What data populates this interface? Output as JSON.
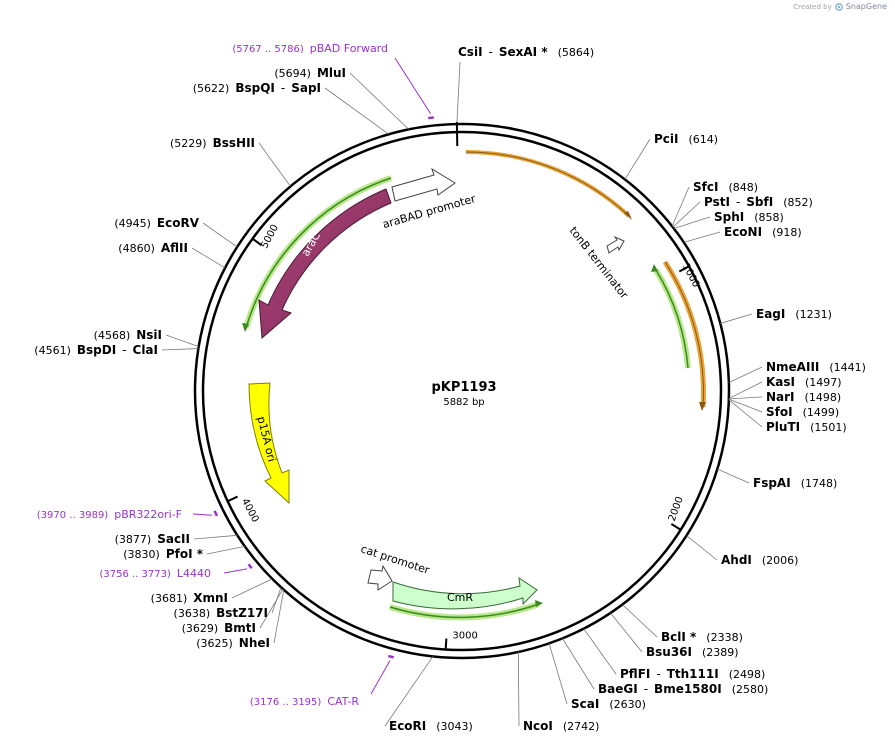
{
  "brand": {
    "created_by": "Created by",
    "product": "SnapGene"
  },
  "plasmid": {
    "name": "pKP1193",
    "size_label": "5882 bp",
    "total_bp": 5882
  },
  "ticks": [
    {
      "pos": 1000,
      "label": "1000"
    },
    {
      "pos": 2000,
      "label": "2000"
    },
    {
      "pos": 3000,
      "label": "3000"
    },
    {
      "pos": 4000,
      "label": "4000"
    },
    {
      "pos": 5000,
      "label": "5000"
    }
  ],
  "sites": [
    {
      "id": "csii",
      "pos": 5864,
      "name": "CsiI",
      "name2": "SexAI *",
      "num": "(5864)",
      "side": "right"
    },
    {
      "id": "pcii",
      "pos": 614,
      "name": "PciI",
      "num": "(614)",
      "side": "right"
    },
    {
      "id": "sfci",
      "pos": 848,
      "name": "SfcI",
      "num": "(848)",
      "side": "right"
    },
    {
      "id": "psti",
      "pos": 852,
      "name": "PstI",
      "name2": "SbfI",
      "num": "(852)",
      "side": "right"
    },
    {
      "id": "sphi",
      "pos": 858,
      "name": "SphI",
      "num": "(858)",
      "side": "right"
    },
    {
      "id": "econi",
      "pos": 918,
      "name": "EcoNI",
      "num": "(918)",
      "side": "right"
    },
    {
      "id": "eagi",
      "pos": 1231,
      "name": "EagI",
      "num": "(1231)",
      "side": "right"
    },
    {
      "id": "nmeaiii",
      "pos": 1441,
      "name": "NmeAIII",
      "num": "(1441)",
      "side": "right"
    },
    {
      "id": "kasi",
      "pos": 1497,
      "name": "KasI",
      "num": "(1497)",
      "side": "right"
    },
    {
      "id": "nari",
      "pos": 1498,
      "name": "NarI",
      "num": "(1498)",
      "side": "right"
    },
    {
      "id": "sfoi",
      "pos": 1499,
      "name": "SfoI",
      "num": "(1499)",
      "side": "right"
    },
    {
      "id": "pluti",
      "pos": 1501,
      "name": "PluTI",
      "num": "(1501)",
      "side": "right"
    },
    {
      "id": "fspai",
      "pos": 1748,
      "name": "FspAI",
      "num": "(1748)",
      "side": "right"
    },
    {
      "id": "ahdi",
      "pos": 2006,
      "name": "AhdI",
      "num": "(2006)",
      "side": "right"
    },
    {
      "id": "bcli",
      "pos": 2338,
      "name": "BclI *",
      "num": "(2338)",
      "side": "right"
    },
    {
      "id": "bsu36i",
      "pos": 2389,
      "name": "Bsu36I",
      "num": "(2389)",
      "side": "right"
    },
    {
      "id": "pflfi",
      "pos": 2498,
      "name": "PflFI",
      "name2": "Tth111I",
      "num": "(2498)",
      "side": "right"
    },
    {
      "id": "baegi",
      "pos": 2580,
      "name": "BaeGI",
      "name2": "Bme1580I",
      "num": "(2580)",
      "side": "right"
    },
    {
      "id": "scai",
      "pos": 2630,
      "name": "ScaI",
      "num": "(2630)",
      "side": "right"
    },
    {
      "id": "ncoi",
      "pos": 2742,
      "name": "NcoI",
      "num": "(2742)",
      "side": "right"
    },
    {
      "id": "ecori",
      "pos": 3043,
      "name": "EcoRI",
      "num": "(3043)",
      "side": "right"
    },
    {
      "id": "nhei",
      "pos": 3625,
      "name": "NheI",
      "num": "(3625)",
      "side": "left"
    },
    {
      "id": "bmti",
      "pos": 3629,
      "name": "BmtI",
      "num": "(3629)",
      "side": "left"
    },
    {
      "id": "bstz17i",
      "pos": 3638,
      "name": "BstZ17I",
      "num": "(3638)",
      "side": "left"
    },
    {
      "id": "xmni",
      "pos": 3681,
      "name": "XmnI",
      "num": "(3681)",
      "side": "left"
    },
    {
      "id": "pfoi",
      "pos": 3830,
      "name": "PfoI *",
      "num": "(3830)",
      "side": "left"
    },
    {
      "id": "sacii",
      "pos": 3877,
      "name": "SacII",
      "num": "(3877)",
      "side": "left"
    },
    {
      "id": "bspdi",
      "pos": 4561,
      "name": "BspDI",
      "name2": "ClaI",
      "num": "(4561)",
      "side": "left"
    },
    {
      "id": "nsii",
      "pos": 4568,
      "name": "NsiI",
      "num": "(4568)",
      "side": "left"
    },
    {
      "id": "aflii",
      "pos": 4860,
      "name": "AflII",
      "num": "(4860)",
      "side": "left"
    },
    {
      "id": "ecorv",
      "pos": 4945,
      "name": "EcoRV",
      "num": "(4945)",
      "side": "left"
    },
    {
      "id": "bsshii",
      "pos": 5229,
      "name": "BssHII",
      "num": "(5229)",
      "side": "left"
    },
    {
      "id": "bspqi",
      "pos": 5622,
      "name": "BspQI",
      "name2": "SapI",
      "num": "(5622)",
      "side": "left"
    },
    {
      "id": "mlui",
      "pos": 5694,
      "name": "MluI",
      "num": "(5694)",
      "side": "left"
    }
  ],
  "primers": [
    {
      "id": "pbad-forward",
      "start": 5767,
      "end": 5786,
      "range": "(5767 .. 5786)",
      "name": "pBAD Forward"
    },
    {
      "id": "pbr322ori-f",
      "start": 3970,
      "end": 3989,
      "range": "(3970 .. 3989)",
      "name": "pBR322ori-F"
    },
    {
      "id": "l4440",
      "start": 3756,
      "end": 3773,
      "range": "(3756 .. 3773)",
      "name": "L4440"
    },
    {
      "id": "cat-r",
      "start": 3176,
      "end": 3195,
      "range": "(3176 .. 3195)",
      "name": "CAT-R"
    }
  ],
  "features": [
    {
      "id": "arac",
      "label": "araC",
      "color": "#993366"
    },
    {
      "id": "arabad-promoter",
      "label": "araBAD promoter",
      "color": "#ffffff"
    },
    {
      "id": "tonb-terminator",
      "label": "tonB terminator",
      "color": "#ffffff"
    },
    {
      "id": "p15a-ori",
      "label": "p15A ori",
      "color": "#ffff00"
    },
    {
      "id": "cat-promoter",
      "label": "cat promoter",
      "color": "#ffffff"
    },
    {
      "id": "cmr",
      "label": "CmR",
      "color": "#ccffcc"
    }
  ],
  "colors": {
    "backbone": "#000000",
    "primer": "#9933cc",
    "orf_orange": "#e8a33a",
    "orf_green": "#4aa02c"
  }
}
